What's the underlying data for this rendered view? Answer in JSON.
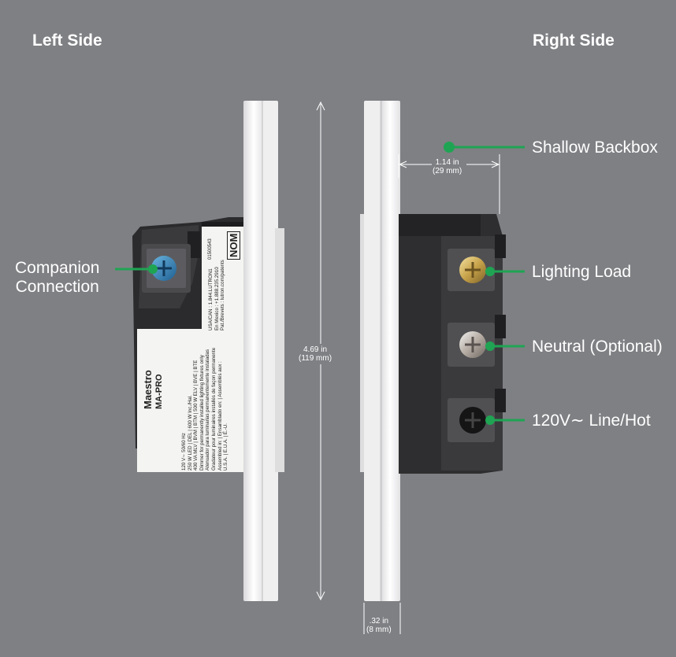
{
  "headings": {
    "left": "Left Side",
    "right": "Right Side"
  },
  "callouts": {
    "companion": [
      "Companion",
      "Connection"
    ],
    "shallow_backbox": "Shallow Backbox",
    "lighting_load": "Lighting Load",
    "neutral": "Neutral (Optional)",
    "line_hot": "120V∼ Line/Hot"
  },
  "dimensions": {
    "height": [
      "4.69 in",
      "(119 mm)"
    ],
    "depth": [
      "1.14 in",
      "(29 mm)"
    ],
    "plate": [
      ".32 in",
      "(8 mm)"
    ]
  },
  "device_label": {
    "brand": "Maestro",
    "model": "MA-PRO",
    "nom": "NOM",
    "serial": "01500543",
    "specs": [
      "120 V∼ 50/60 Hz",
      "250 W LED | DEL | 600 W Inc./Hal.",
      "400 VA MLV | BVM | BTM | 500 W ELV | BVE | BTE",
      "Dimmer for permanently installed lighting fixtures only",
      "Atenuador para luminarias permanentemente instaladas",
      "Gradateur pour luminaires installés de façon permanente",
      "Assembled in: | Ensamblado en: | Assemblés aux :",
      "U.S.A. | E.U.A. | É.-U."
    ],
    "contact": [
      "USA/CAN : 1.844.LUTRON1",
      "En Mexico : +1.888.235.2910",
      "Pat./Brevets : lutron.com/patents"
    ]
  },
  "colors": {
    "background": "#7f8084",
    "accent": "#1fa453",
    "text": "#ffffff"
  }
}
